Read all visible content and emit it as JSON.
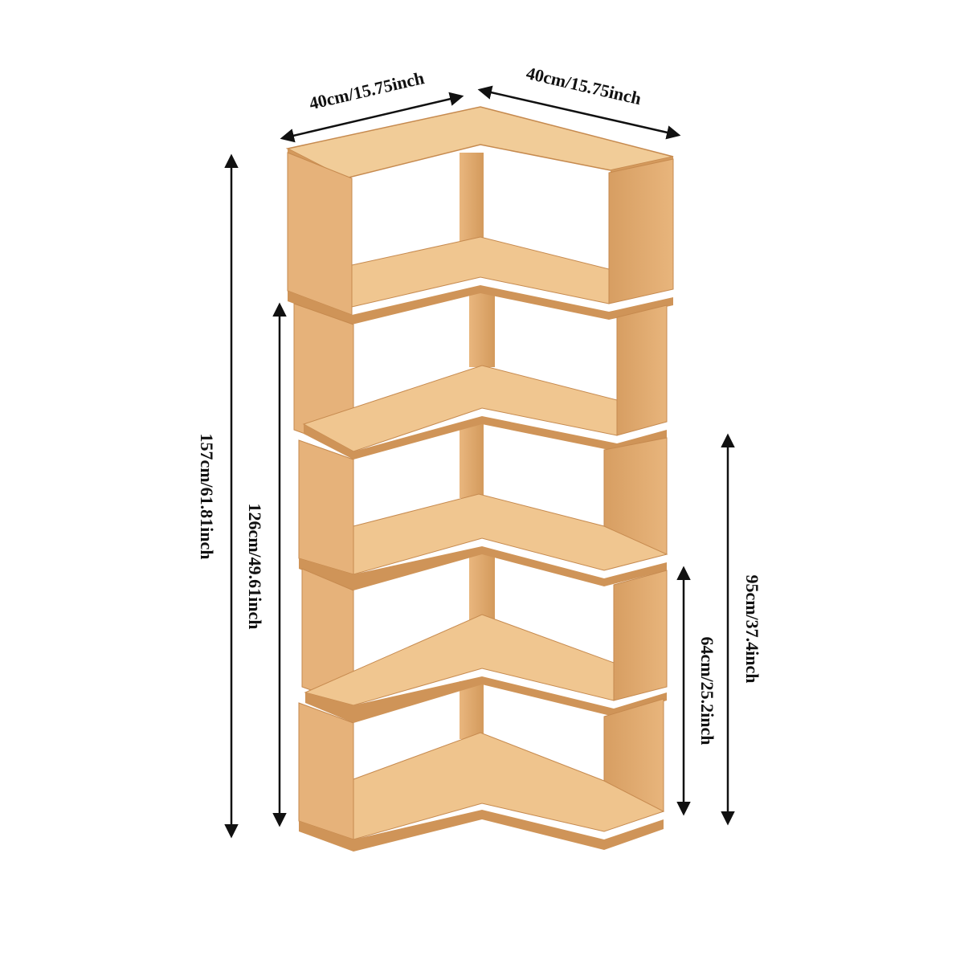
{
  "dimensions": {
    "width_left": "40cm/15.75inch",
    "width_right": "40cm/15.75inch",
    "height_total": "157cm/61.81inch",
    "height_tier5": "126cm/49.61inch",
    "height_tier3": "95cm/37.4inch",
    "height_tier2": "64cm/25.2inch"
  },
  "colors": {
    "background": "#ffffff",
    "wood_top": "#f1cc98",
    "wood_front": "#e6b27a",
    "wood_side": "#d49a5d",
    "wood_shadow": "#b97b43",
    "wood_edge": "#c68a4f",
    "text": "#111111"
  }
}
